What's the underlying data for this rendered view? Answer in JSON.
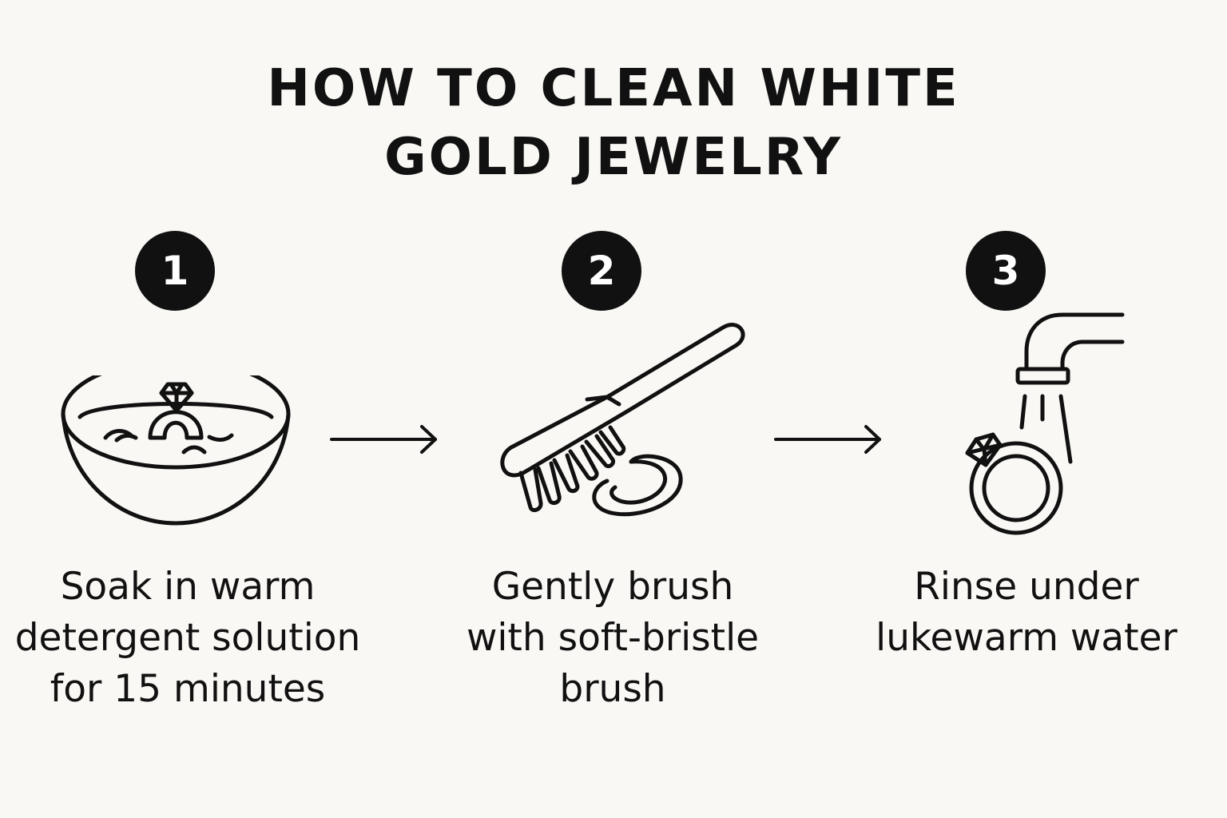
{
  "title": {
    "line1": "HOW TO CLEAN WHITE",
    "line2": "GOLD JEWELRY"
  },
  "steps": [
    {
      "number": "1",
      "icon": "bowl-with-ring-icon",
      "caption": [
        "Soak in warm",
        "detergent solution",
        "for 15 minutes"
      ]
    },
    {
      "number": "2",
      "icon": "brush-icon",
      "caption": [
        "Gently brush",
        "with soft-bristle",
        "brush"
      ]
    },
    {
      "number": "3",
      "icon": "faucet-rinsing-ring-icon",
      "caption": [
        "Rinse under",
        "lukewarm water"
      ]
    }
  ],
  "arrows": [
    "arrow-right-icon",
    "arrow-right-icon"
  ],
  "colors": {
    "background": "#faf8f4",
    "ink": "#111111",
    "badge_text": "#ffffff"
  }
}
